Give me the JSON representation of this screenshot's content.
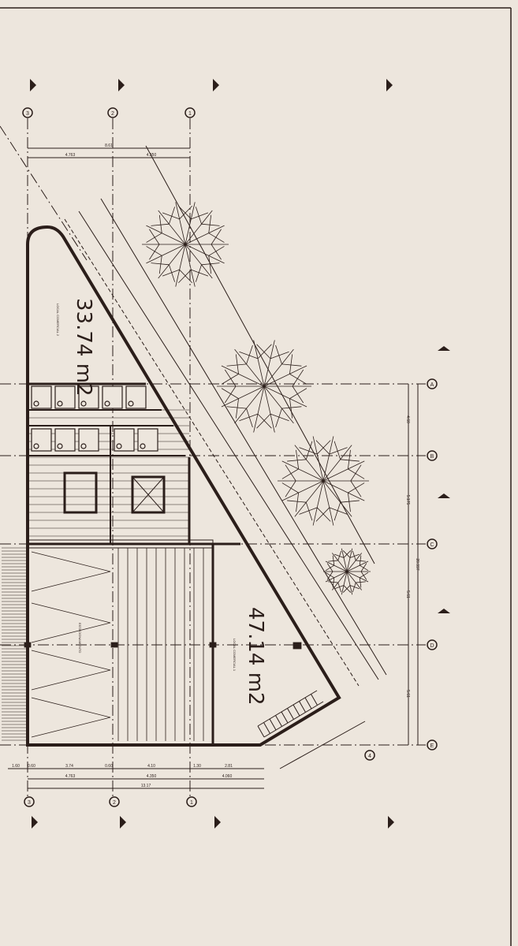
{
  "colors": {
    "paper": "#ede6dd",
    "ink": "#2b1e1a"
  },
  "grid": {
    "vertical": [
      "3",
      "2",
      "1"
    ],
    "horizontal": [
      "A",
      "B",
      "C",
      "D",
      "E"
    ],
    "diagonal": "4"
  },
  "areas": {
    "local_2": {
      "area": "33.74 m2",
      "name": "LOCAL COMERCIAL 2"
    },
    "local_1": {
      "area": "47.14 m2",
      "name": "LOCAL COMERCIAL 1"
    },
    "parking": "ESTACIONAMIENTO"
  },
  "dimensions": {
    "top": [
      "8.61",
      "4.763",
      "4.350"
    ],
    "bottom_row1": [
      "1.60",
      "0.60",
      "3.74",
      "0.60",
      "4.10",
      "1.30",
      "2.81"
    ],
    "bottom_row2": [
      "4.763",
      "4.350",
      "4.060"
    ],
    "bottom_total": "13.17",
    "right_segments": [
      "4.60",
      "5.175",
      "5.61",
      "5.61"
    ],
    "right_total": "20.997"
  }
}
